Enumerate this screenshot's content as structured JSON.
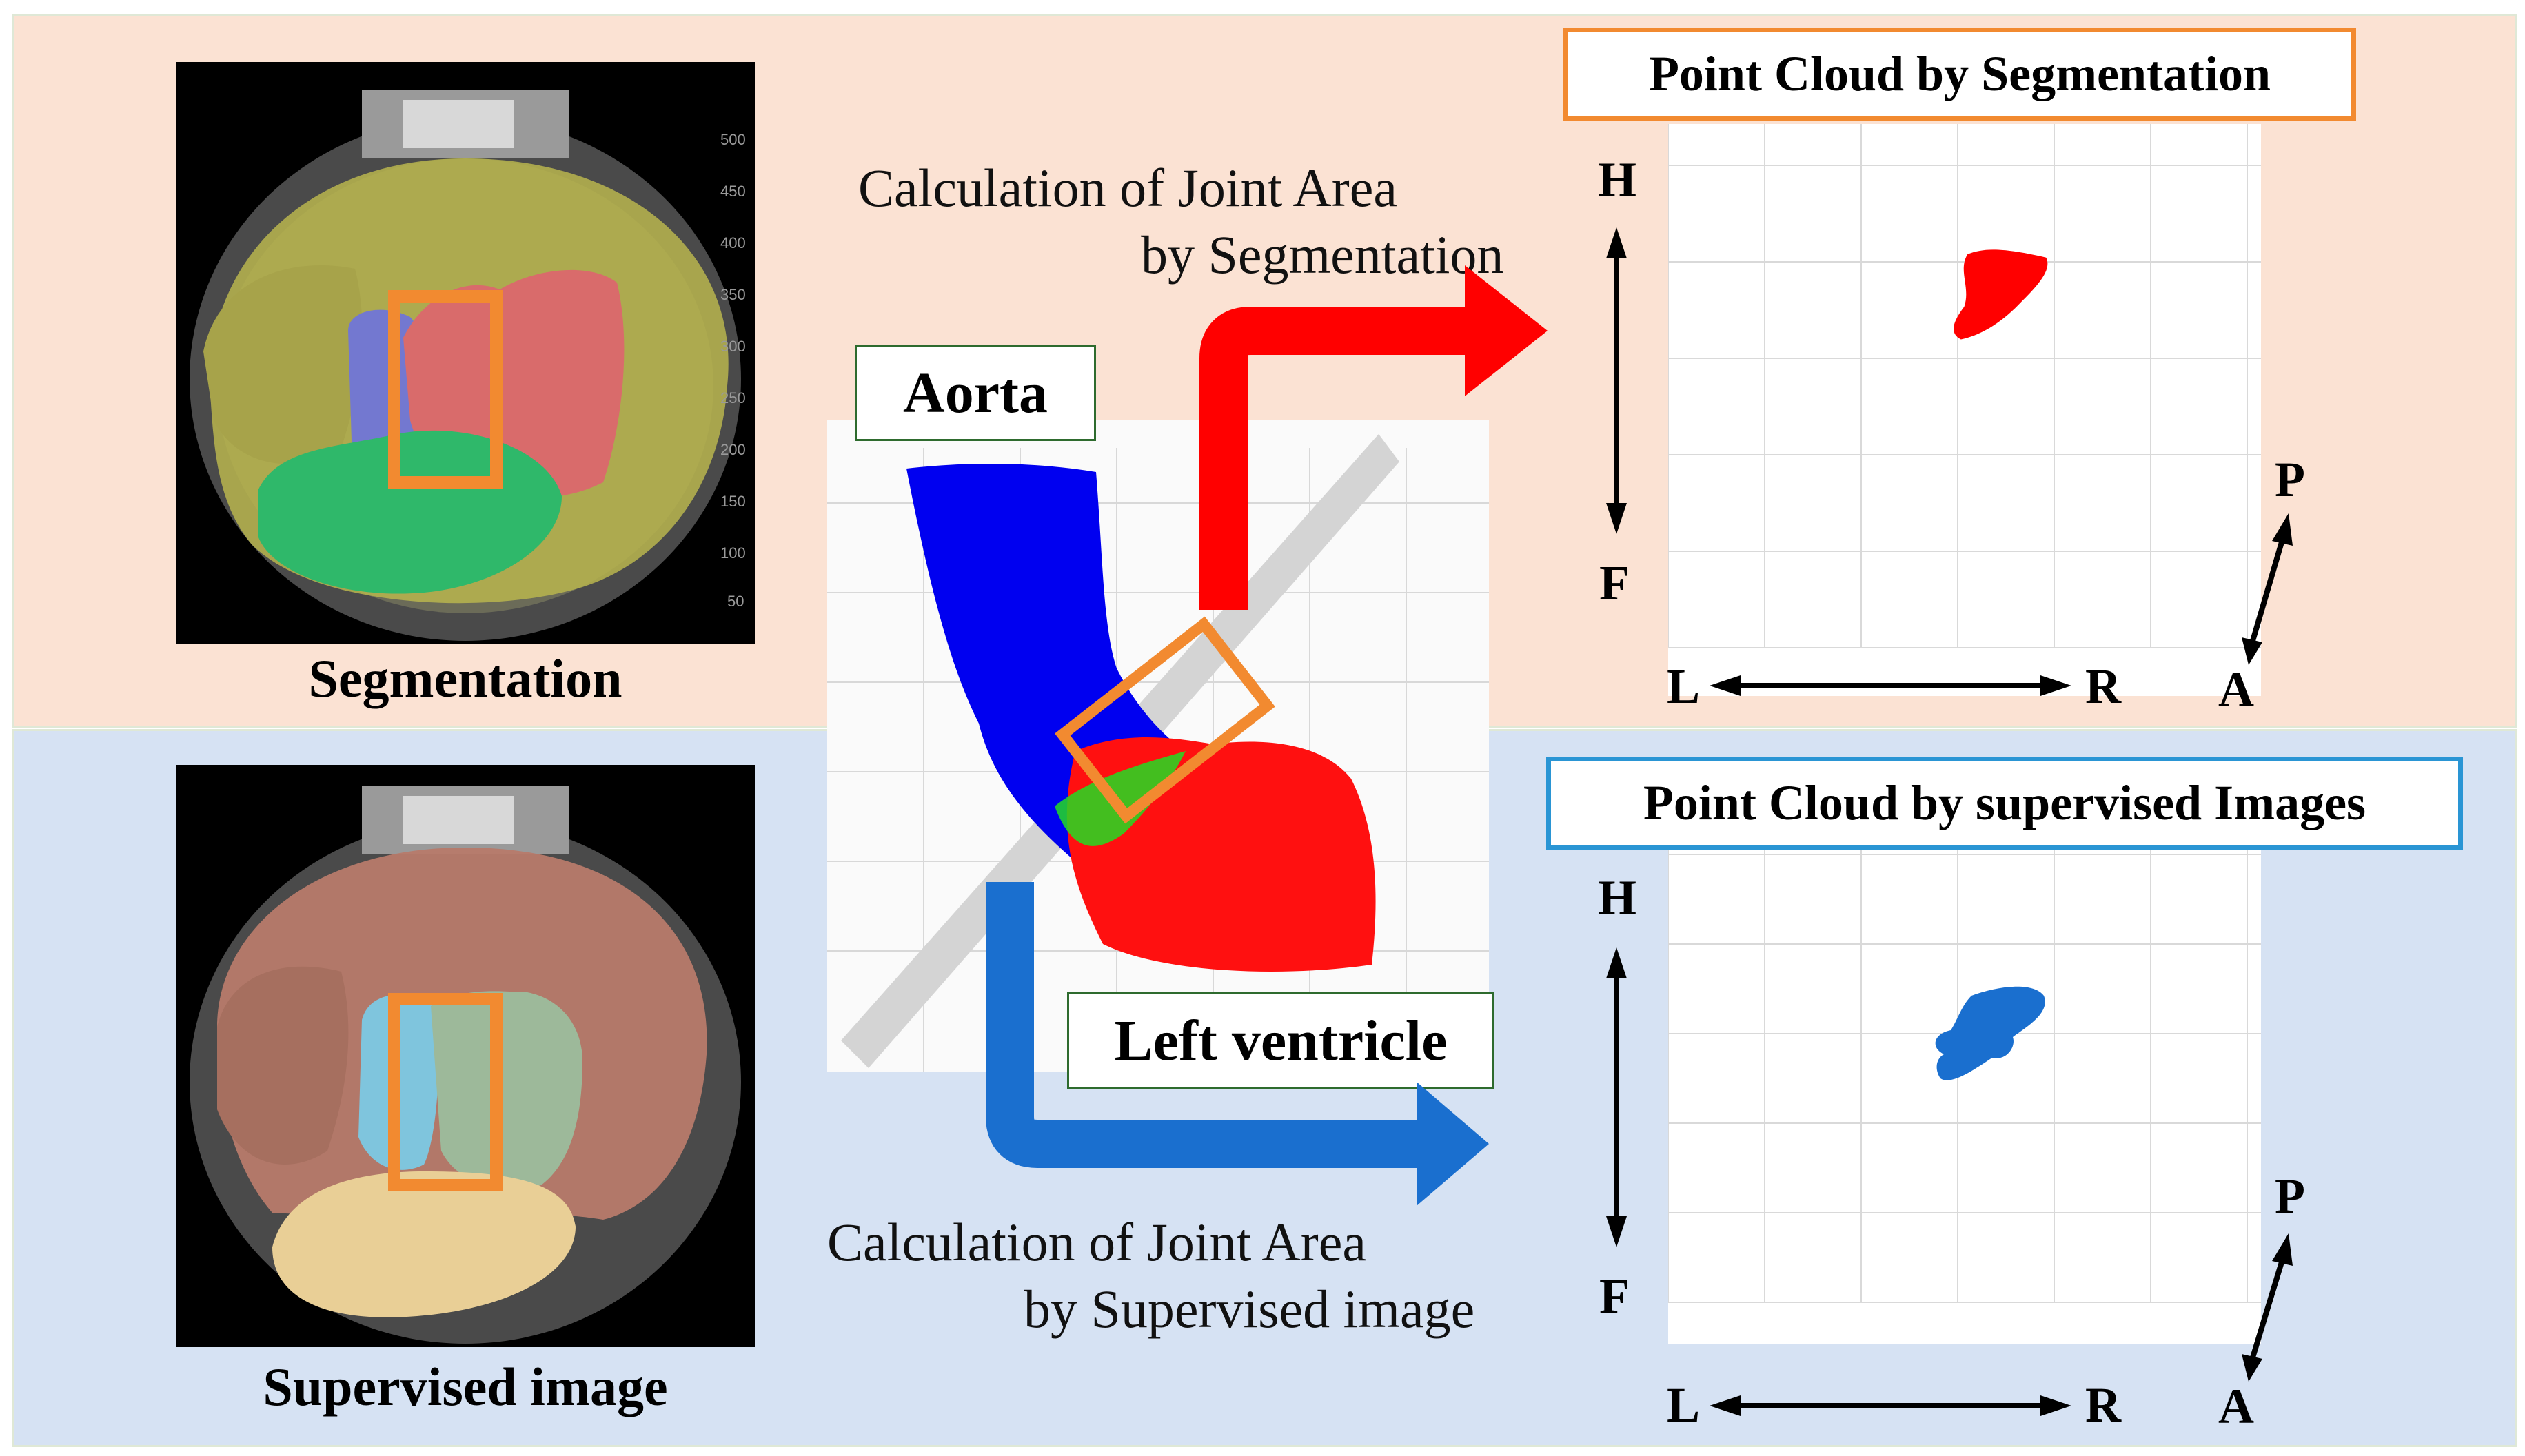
{
  "top": {
    "ct_caption": "Segmentation",
    "calc_line1": "Calculation of Joint Area",
    "calc_line2": "by Segmentation",
    "pc_title": "Point Cloud by Segmentation",
    "axis": {
      "h": "H",
      "f": "F",
      "l": "L",
      "r": "R",
      "p": "P",
      "a": "A"
    }
  },
  "bottom": {
    "ct_caption": "Supervised image",
    "calc_line1": "Calculation of Joint Area",
    "calc_line2": "by Supervised image",
    "pc_title": "Point Cloud by supervised Images",
    "axis": {
      "h": "H",
      "f": "F",
      "l": "L",
      "r": "R",
      "p": "P",
      "a": "A"
    }
  },
  "center": {
    "aorta_label": "Aorta",
    "lv_label": "Left ventricle"
  },
  "colors": {
    "top_bg": "#fbe2d3",
    "bottom_bg": "#d6e2f3",
    "orange": "#f28a30",
    "red": "#ff0000",
    "blue": "#1a6fcf",
    "aorta_blue": "#0000f0",
    "lv_red": "#ff1010",
    "joint_green": "#22dd22"
  }
}
